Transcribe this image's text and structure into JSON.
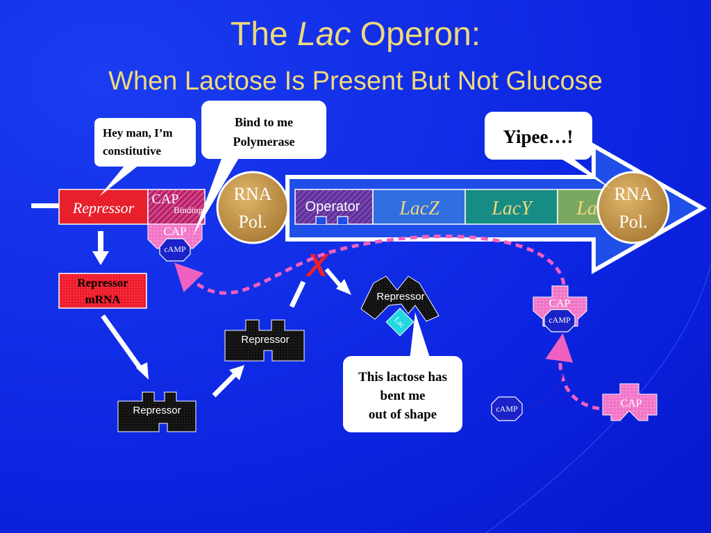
{
  "title": {
    "prefix": "The ",
    "italic": "Lac",
    "suffix": " Operon:"
  },
  "subtitle": "When Lactose Is Present But Not Glucose",
  "dna": {
    "repressor_gene": "Repressor",
    "cap_site_label": "CAP",
    "cap_site_sub": "Binding",
    "operator": "Operator",
    "genes": [
      "LacZ",
      "LacY",
      "LacA"
    ]
  },
  "bubbles": {
    "constitutive": [
      "Hey man, I’m",
      "constitutive"
    ],
    "bind_polymerase": [
      "Bind to me",
      "Polymerase"
    ],
    "yipee": "Yipee…!",
    "lactose": [
      "This lactose has",
      "bent me",
      "out of shape"
    ]
  },
  "rna_pol": [
    "RNA",
    "Pol."
  ],
  "repressor_mrna": [
    "Repressor",
    "mRNA"
  ],
  "repressor_label": "Repressor",
  "cap_label": "CAP",
  "camp_label": "cAMP",
  "lac_label": "Lac",
  "blocked_mark": "X",
  "colors": {
    "background": "#1230e8",
    "title": "#f0d97a",
    "repressor_gene": "#e8202c",
    "operator": "#6a3ba0",
    "lacZ": "#2f6fe0",
    "lacY": "#168c84",
    "lacA": "#7aa860",
    "cap": "#f078c8",
    "camp": "#1a22c8",
    "lac": "#20d8e0",
    "rna_pol": "#c99a52",
    "dotted_path": "#f060c0"
  }
}
